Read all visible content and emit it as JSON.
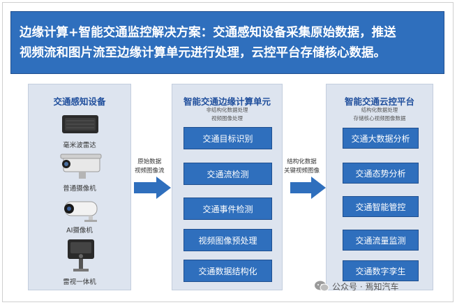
{
  "banner": {
    "line1": "边缘计算+智能交通监控解决方案：交通感知设备采集原始数据，推送",
    "line2": "视频流和图片流至边缘计算单元进行处理，云控平台存储核心数据。"
  },
  "left_panel": {
    "title": "交通感知设备",
    "devices": [
      {
        "label": "毫米波雷达",
        "icon": "radar-icon"
      },
      {
        "label": "普通摄像机",
        "icon": "camera-icon"
      },
      {
        "label": "AI摄像机",
        "icon": "ai-camera-icon"
      },
      {
        "label": "雷视一体机",
        "icon": "radar-vision-icon"
      }
    ]
  },
  "arrow1": {
    "line1": "原始数据",
    "line2": "视频图像流"
  },
  "middle_panel": {
    "title": "智能交通边缘计算单元",
    "sub1": "非结构化数据处理",
    "sub2": "视频图像处理",
    "items": [
      "交通目标识别",
      "交通流检测",
      "交通事件检测",
      "视频图像预处理",
      "交通数据结构化"
    ]
  },
  "arrow2": {
    "line1": "结构化数据",
    "line2": "关键视频图像"
  },
  "right_panel": {
    "title": "智能交通云控平台",
    "sub1": "结构化数据处理",
    "sub2": "存储核心视频图像数据",
    "items": [
      "交通大数据分析",
      "交通态势分析",
      "交通智能管控",
      "交通流量监测",
      "交通数字孪生"
    ]
  },
  "watermark": {
    "text": "公众号 · 焉知汽车",
    "icon": "wechat-icon"
  },
  "colors": {
    "accent": "#2f6fbd",
    "panel": "#dde4ef",
    "title": "#1f4e9c"
  }
}
